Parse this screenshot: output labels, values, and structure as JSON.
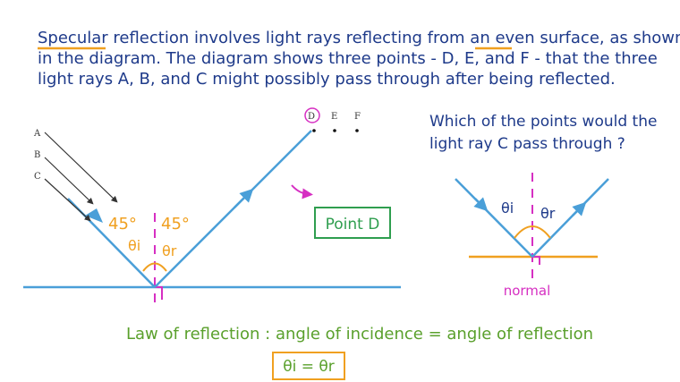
{
  "intro": {
    "line1": "Specular reflection involves light rays reflecting from an even surface, as shown",
    "line2": "in the diagram. The diagram shows three points - D, E, and F - that the three",
    "line3": "light rays A, B, and C might possibly pass through after being reflected."
  },
  "left_diagram": {
    "ray_labels": [
      "A",
      "B",
      "C"
    ],
    "point_labels": [
      "D",
      "E",
      "F"
    ],
    "angle_left": "45°",
    "angle_right": "45°",
    "theta_i": "θi",
    "theta_r": "θr"
  },
  "answer": "Point D",
  "question": {
    "line1": "Which of the points would the",
    "line2": "light ray C pass through ?"
  },
  "right_diagram": {
    "theta_i": "θi",
    "theta_r": "θr",
    "normal_label": "normal"
  },
  "law": "Law of reflection : angle of incidence = angle of reflection",
  "formula": "θi = θr",
  "colors": {
    "ink": "#1e3a8a",
    "ray": "#4a9fd8",
    "surface": "#4a9fd8",
    "normal": "#d62fc2",
    "angle": "#f0a020",
    "answer": "#2f9e4f",
    "law": "#5aa02c",
    "highlight": "#f0a020"
  }
}
